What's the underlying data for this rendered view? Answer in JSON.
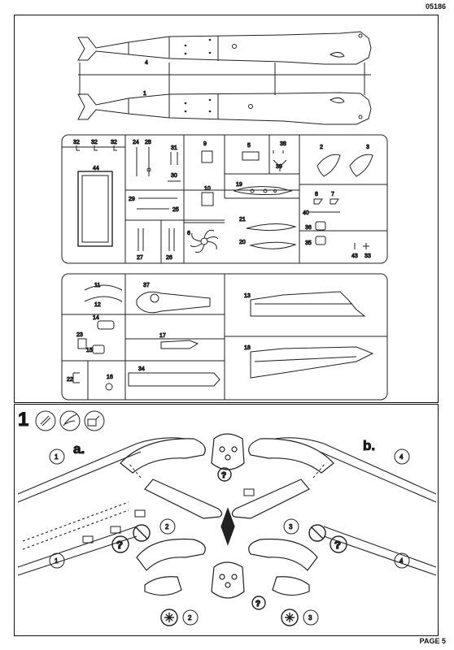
{
  "header": {
    "code": "05186"
  },
  "footer": {
    "page": "PAGE 5"
  },
  "sprue": {
    "hulls": [
      {
        "number": "4"
      },
      {
        "number": "1"
      }
    ],
    "part_numbers": {
      "p32a": "32",
      "p32b": "32",
      "p32c": "32",
      "p24": "24",
      "p28": "28",
      "p31": "31",
      "p30": "30",
      "p9": "9",
      "p5": "5",
      "p38": "38",
      "p39": "39",
      "p2": "2",
      "p3": "3",
      "p44": "44",
      "p19": "19",
      "p10": "10",
      "p29": "29",
      "p25": "25",
      "p8": "8",
      "p7": "7",
      "p40": "40",
      "p21": "21",
      "p20": "20",
      "p6": "6",
      "p36": "36",
      "p35": "35",
      "p43": "43",
      "p33": "33",
      "p27": "27",
      "p26": "26",
      "p11": "11",
      "p12": "12",
      "p37": "37",
      "p13": "13",
      "p14": "14",
      "p23": "23",
      "p15": "15",
      "p17": "17",
      "p18": "18",
      "p22": "22",
      "p16": "16",
      "p34": "34"
    }
  },
  "step": {
    "number": "1",
    "label_a": "a.",
    "label_b": "b.",
    "callouts": [
      "1",
      "2",
      "3",
      "4",
      "1",
      "4",
      "2",
      "3"
    ],
    "icons": [
      "glue-icon",
      "paint-brush-icon",
      "decal-icon",
      "question-icon",
      "no-glue-icon",
      "spinning-icon",
      "decal-marker-icon"
    ]
  }
}
